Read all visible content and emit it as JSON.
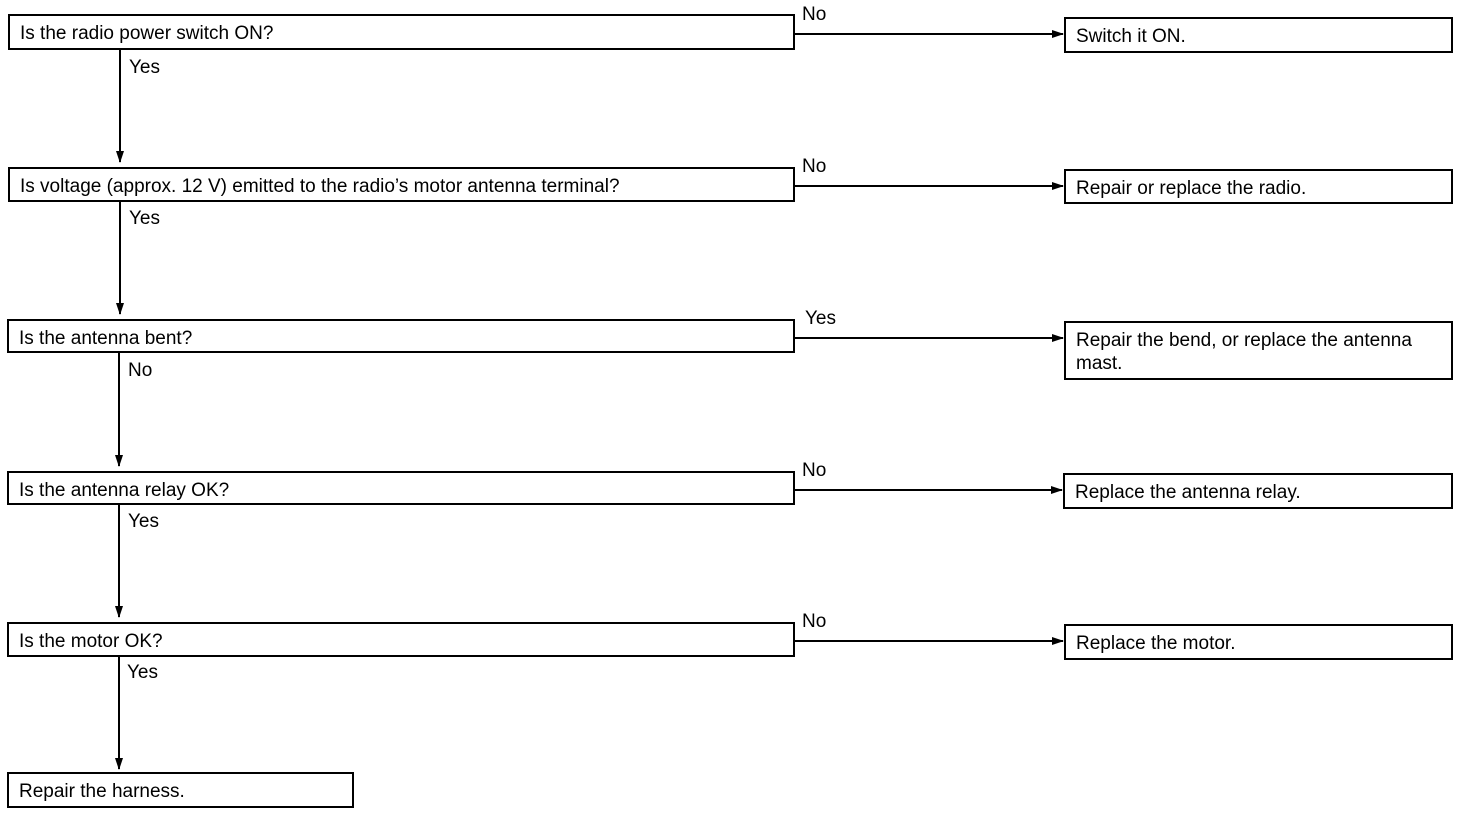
{
  "questions": [
    {
      "text": "Is the radio power switch ON?",
      "down": "Yes",
      "right": "No"
    },
    {
      "text": "Is voltage (approx. 12 V) emitted to the radio’s motor antenna terminal?",
      "down": "Yes",
      "right": "No"
    },
    {
      "text": "Is the antenna bent?",
      "down": "No",
      "right": "Yes"
    },
    {
      "text": "Is the antenna relay OK?",
      "down": "Yes",
      "right": "No"
    },
    {
      "text": "Is the motor OK?",
      "down": "Yes",
      "right": "No"
    }
  ],
  "actions": [
    "Switch it ON.",
    "Repair or replace the radio.",
    "Repair the bend, or replace the antenna mast.",
    "Replace the antenna relay.",
    "Replace the motor."
  ],
  "final_action": "Repair the harness."
}
